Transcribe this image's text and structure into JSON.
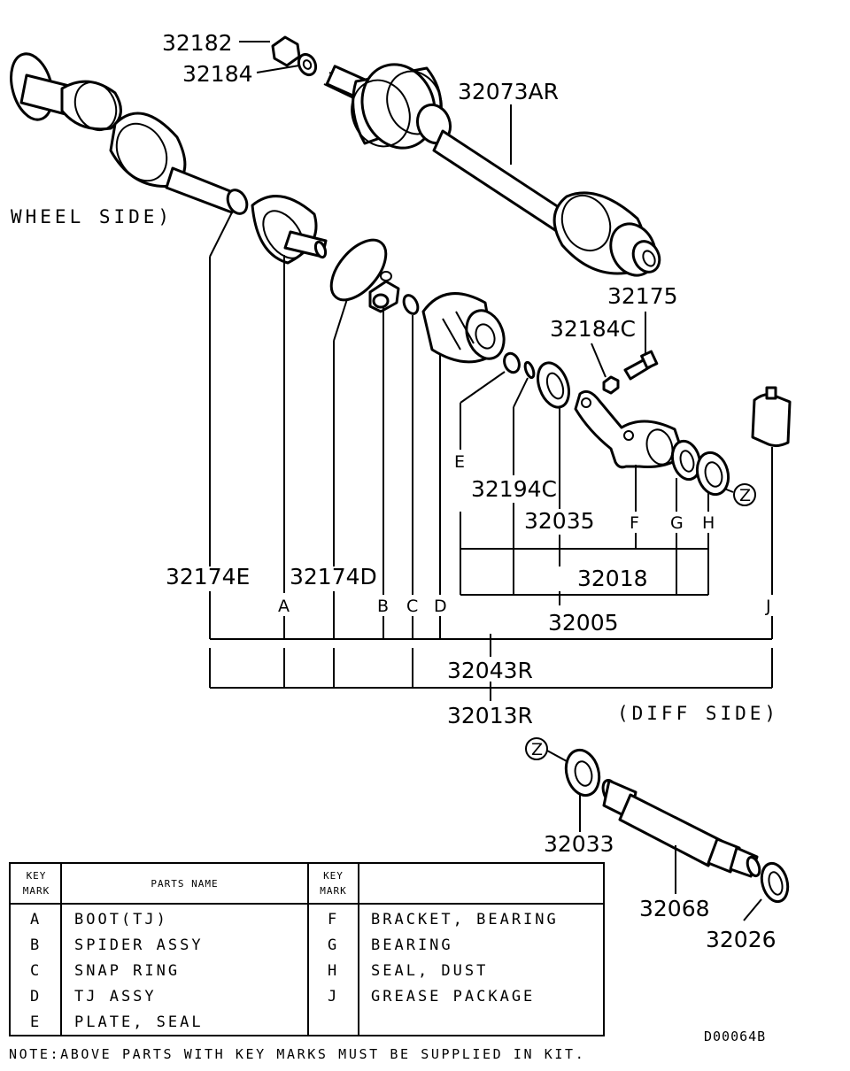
{
  "labels": {
    "p32182": "32182",
    "p32184": "32184",
    "p32073AR": "32073AR",
    "wheel_side": "WHEEL SIDE)",
    "p32175": "32175",
    "p32184C": "32184C",
    "kE": "E",
    "p32194C": "32194C",
    "p32035": "32035",
    "kF": "F",
    "kG": "G",
    "kH": "H",
    "zA": "Z",
    "p32174E": "32174E",
    "p32174D": "32174D",
    "p32018": "32018",
    "kA": "A",
    "kB": "B",
    "kC": "C",
    "kD": "D",
    "p32005": "32005",
    "kJ": "J",
    "p32043R": "32043R",
    "p32013R": "32013R",
    "diff_side": "(DIFF SIDE)",
    "zB": "Z",
    "p32033": "32033",
    "p32068": "32068",
    "p32026": "32026"
  },
  "table": {
    "header_key": [
      "KEY",
      "MARK"
    ],
    "header_parts": "PARTS NAME",
    "left_rows": [
      {
        "mark": "A",
        "name": "BOOT(TJ)"
      },
      {
        "mark": "B",
        "name": "SPIDER ASSY"
      },
      {
        "mark": "C",
        "name": "SNAP RING"
      },
      {
        "mark": "D",
        "name": "TJ ASSY"
      },
      {
        "mark": "E",
        "name": "PLATE, SEAL"
      }
    ],
    "right_rows": [
      {
        "mark": "F",
        "name": "BRACKET, BEARING"
      },
      {
        "mark": "G",
        "name": "BEARING"
      },
      {
        "mark": "H",
        "name": "SEAL, DUST"
      },
      {
        "mark": "J",
        "name": "GREASE PACKAGE"
      }
    ]
  },
  "note": "NOTE:ABOVE PARTS WITH KEY MARKS MUST BE SUPPLIED IN KIT.",
  "drawing_code": "D00064B"
}
